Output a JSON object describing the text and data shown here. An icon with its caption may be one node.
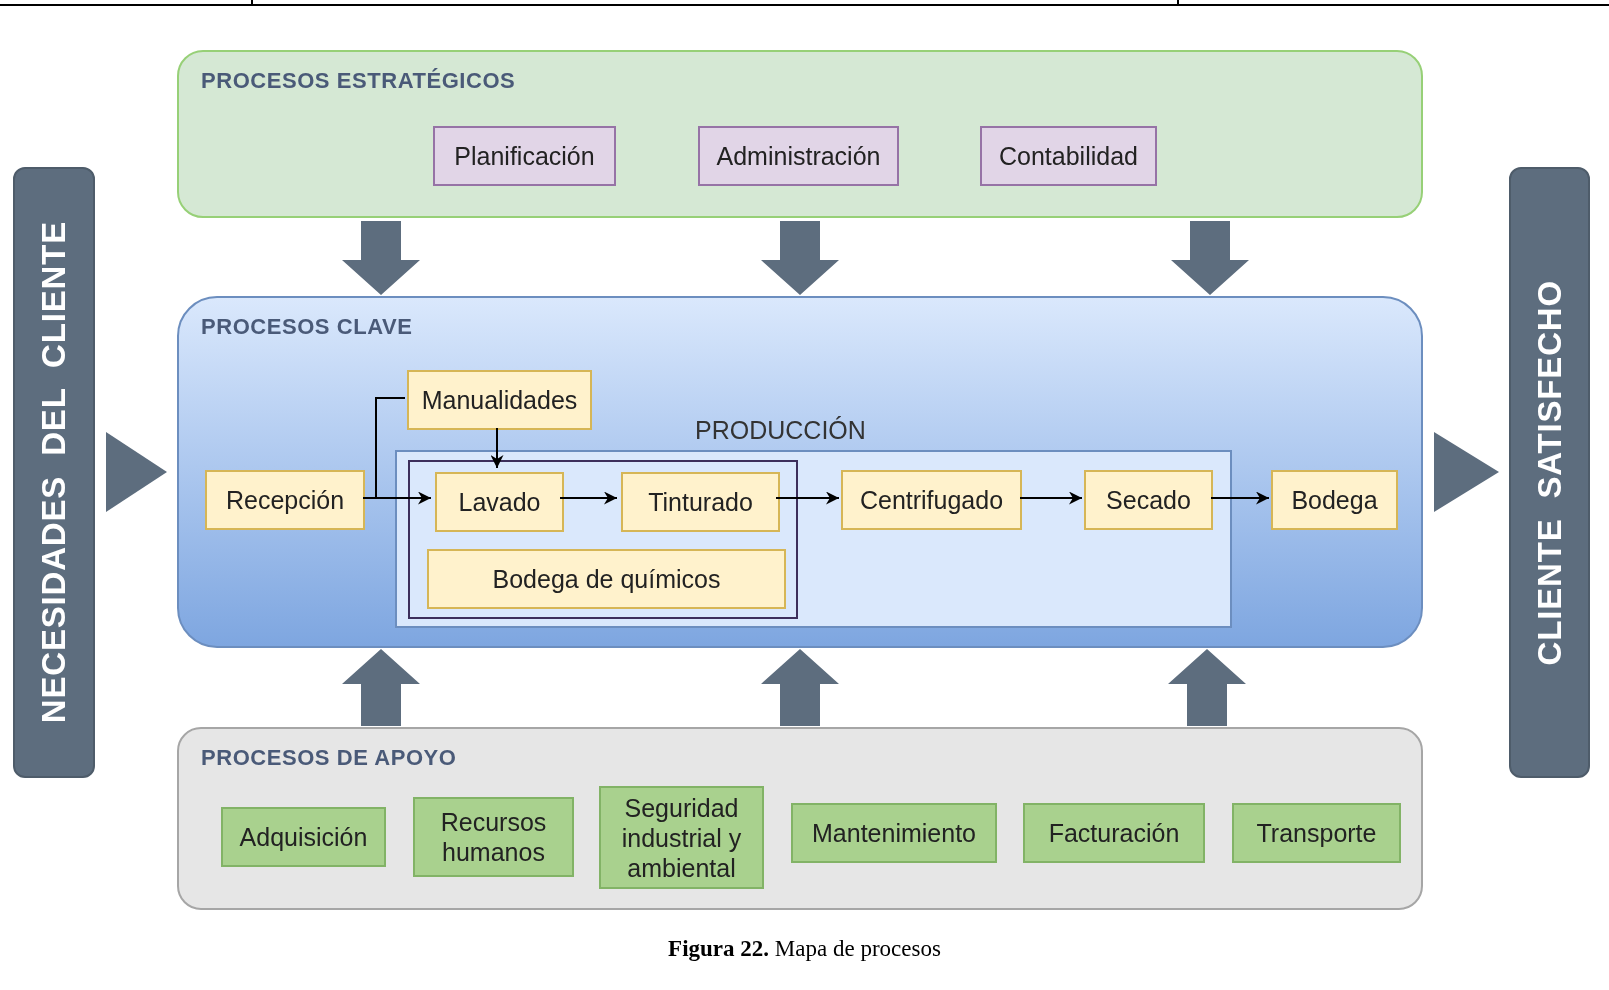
{
  "diagram": {
    "caption": "**Figura 22.** Mapa de procesos",
    "nodes": [
      {
        "text": [
          "NECESIDADES DEL CLIENTE"
        ]
      },
      {
        "text": [
          "PROCESOS ESTRATÉGICOS"
        ]
      },
      {
        "text": [
          "Planificación"
        ],
        "in": 1
      },
      {
        "text": [
          "Administración"
        ],
        "in": 1
      },
      {
        "text": [
          "Contabilidad"
        ],
        "in": 1
      },
      {
        "text": [
          "PROCESOS CLAVE"
        ]
      },
      {
        "text": [
          "Manualidades"
        ],
        "in": 5
      },
      {
        "text": [
          "PRODUCCIÓN"
        ],
        "in": 5
      },
      {
        "text": [
          "Recepción"
        ],
        "in": 5
      },
      {
        "text": [],
        "shape": "box",
        "in": 7
      },
      {
        "text": [
          "Lavado"
        ],
        "in": 9
      },
      {
        "text": [
          "Tinturado"
        ],
        "in": 9
      },
      {
        "text": [
          "Bodega de químicos"
        ],
        "in": 9
      },
      {
        "text": [
          "Centrifugado"
        ],
        "in": 7
      },
      {
        "text": [
          "Secado"
        ],
        "in": 7
      },
      {
        "text": [
          "Bodega"
        ],
        "in": 5
      },
      {
        "text": [
          "PROCESOS DE APOYO"
        ]
      },
      {
        "text": [
          "Adquisición"
        ],
        "in": 16
      },
      {
        "text": [
          "Recursos humanos"
        ],
        "in": 16
      },
      {
        "text": [
          "Seguridad industrial y ambiental"
        ],
        "in": 16
      },
      {
        "text": [
          "Mantenimiento"
        ],
        "in": 16
      },
      {
        "text": [
          "Facturación"
        ],
        "in": 16
      },
      {
        "text": [
          "Transporte"
        ],
        "in": 16
      },
      {
        "text": [
          "CLIENTE SATISFECHO"
        ]
      }
    ],
    "edges": [
      {
        "from": 8,
        "to": 10,
        "arrow": "to"
      },
      {
        "from": 8,
        "to": 6,
        "arrow": "none"
      },
      {
        "from": 6,
        "to": 10,
        "arrow": "to"
      },
      {
        "from": 10,
        "to": 11,
        "arrow": "to"
      },
      {
        "from": 11,
        "to": 13,
        "arrow": "to"
      },
      {
        "from": 13,
        "to": 14,
        "arrow": "to"
      },
      {
        "from": 14,
        "to": 15,
        "arrow": "to"
      },
      {
        "from": 1,
        "to": 5,
        "arrow": "to",
        "style": "thick",
        "color": "#5d6d7e"
      },
      {
        "from": 1,
        "to": 5,
        "arrow": "to",
        "style": "thick",
        "color": "#5d6d7e"
      },
      {
        "from": 1,
        "to": 5,
        "arrow": "to",
        "style": "thick",
        "color": "#5d6d7e"
      },
      {
        "from": 16,
        "to": 5,
        "arrow": "to",
        "style": "thick",
        "color": "#5d6d7e"
      },
      {
        "from": 16,
        "to": 5,
        "arrow": "to",
        "style": "thick",
        "color": "#5d6d7e"
      },
      {
        "from": 16,
        "to": 5,
        "arrow": "to",
        "style": "thick",
        "color": "#5d6d7e"
      },
      {
        "from": 0,
        "to": 5,
        "arrow": "to",
        "style": "thick",
        "color": "#5d6d7e"
      },
      {
        "from": 5,
        "to": 23,
        "arrow": "to",
        "style": "thick",
        "color": "#5d6d7e"
      }
    ]
  }
}
